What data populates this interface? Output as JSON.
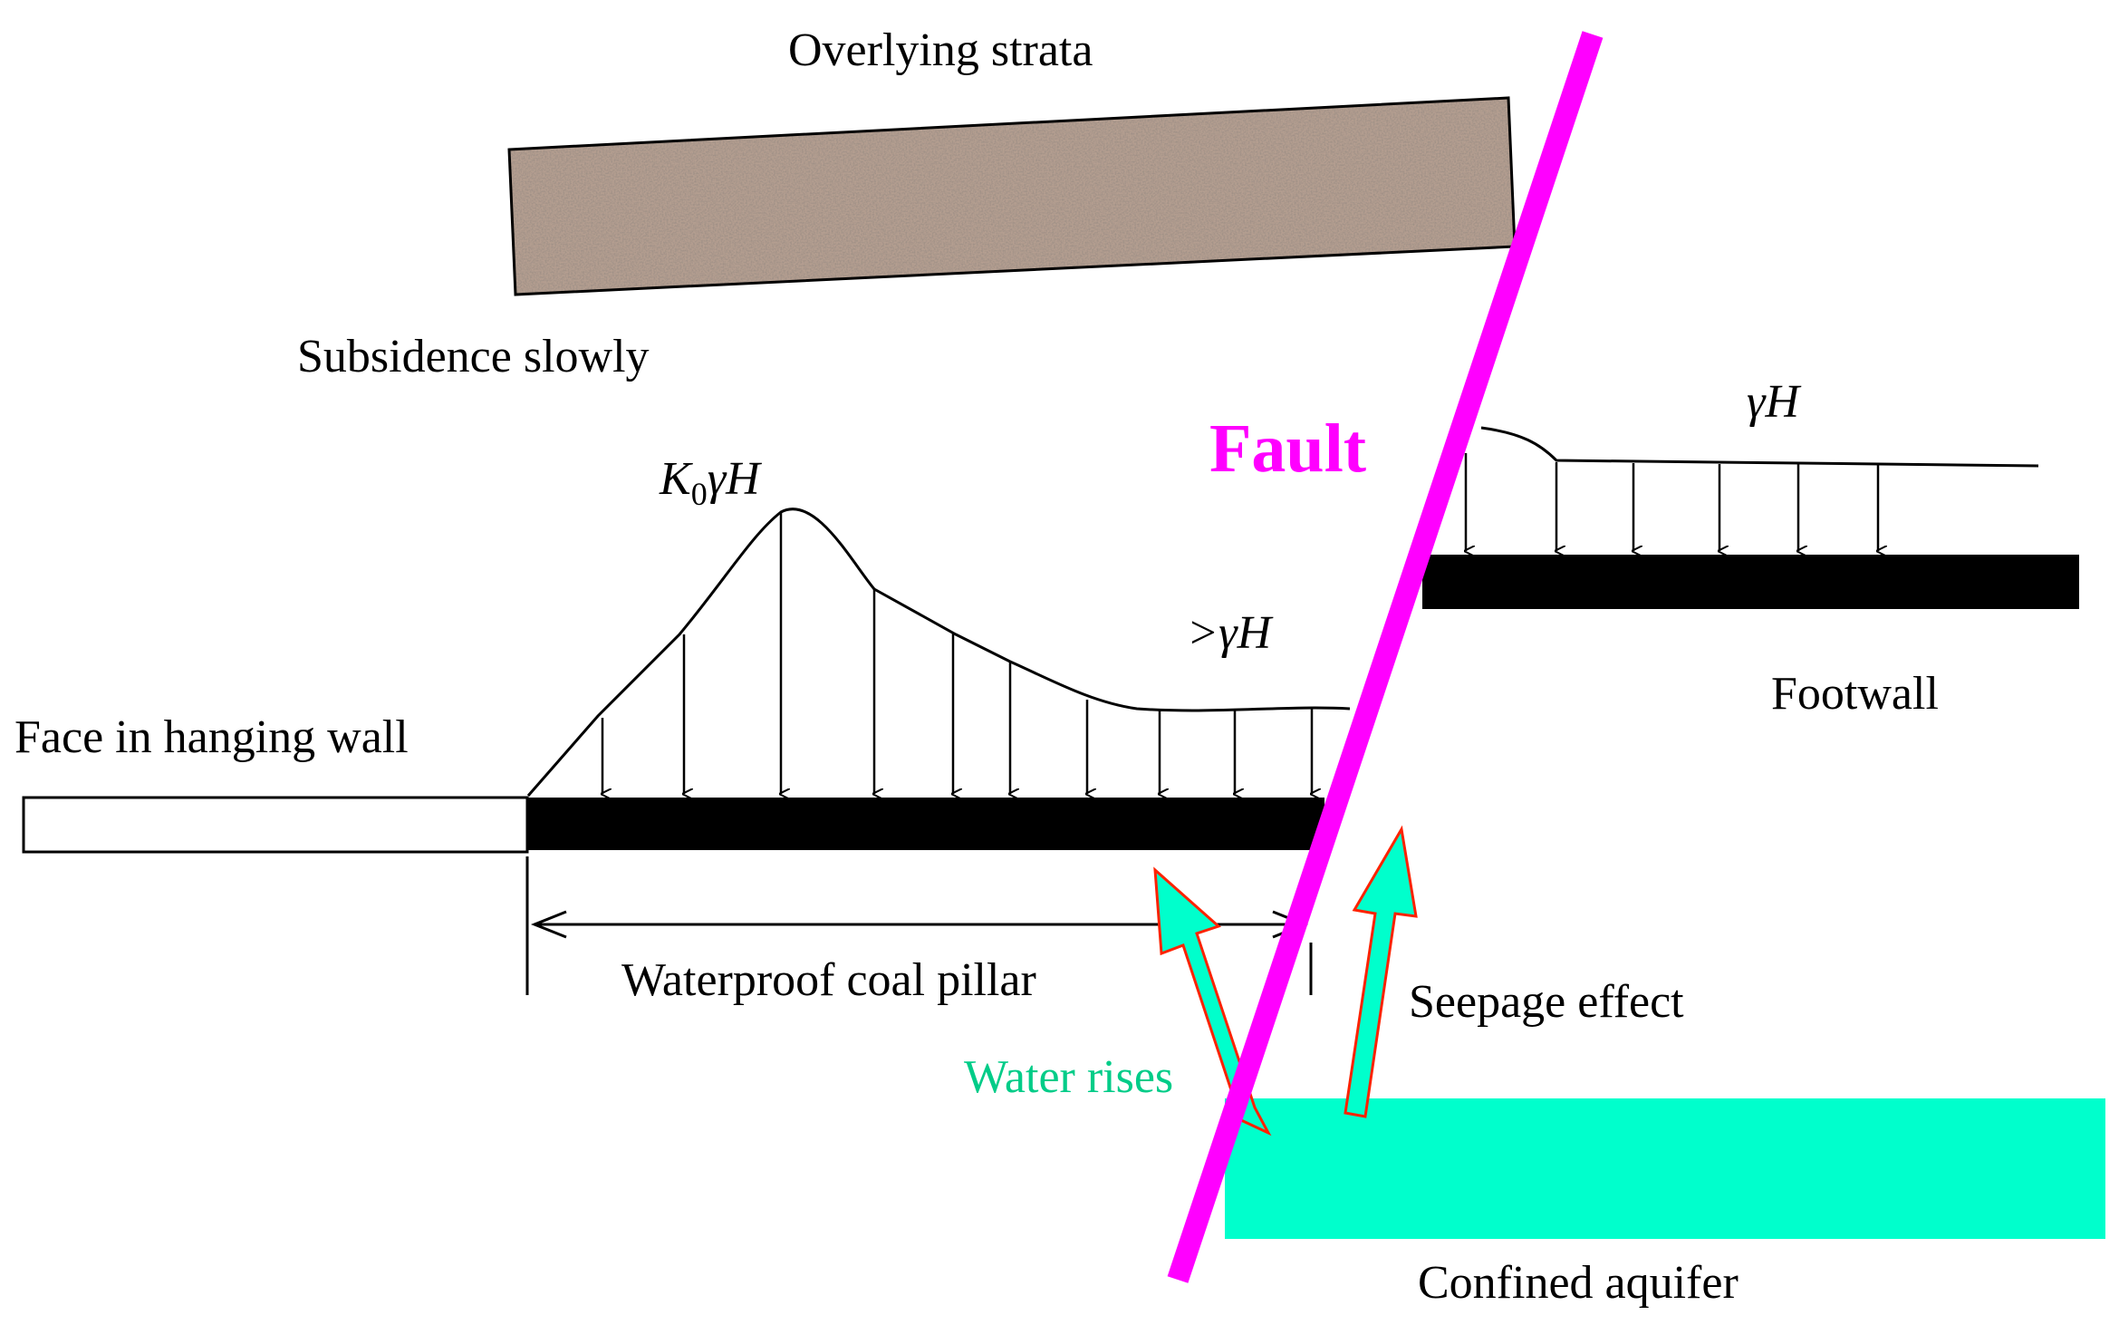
{
  "labels": {
    "overlying_strata": "Overlying strata",
    "subsidence": "Subsidence slowly",
    "fault": "Fault",
    "k0_gamma_h_k": "K",
    "k0_gamma_h_sub": "0",
    "k0_gamma_h_rest": "γH",
    "gt_gamma_h": ">γH",
    "gamma_h": "γH",
    "footwall": "Footwall",
    "face_hanging_wall": "Face in hanging wall",
    "waterproof_coal_pillar": "Waterproof coal pillar",
    "seepage_effect": "Seepage effect",
    "water_rises": "Water rises",
    "confined_aquifer": "Confined aquifer"
  },
  "colors": {
    "fault": "#ff00ff",
    "water": "#00ffcc",
    "water_text": "#00cc88",
    "arrow_outline": "#ff2200",
    "coal": "#000000",
    "strata": "#a89080"
  }
}
